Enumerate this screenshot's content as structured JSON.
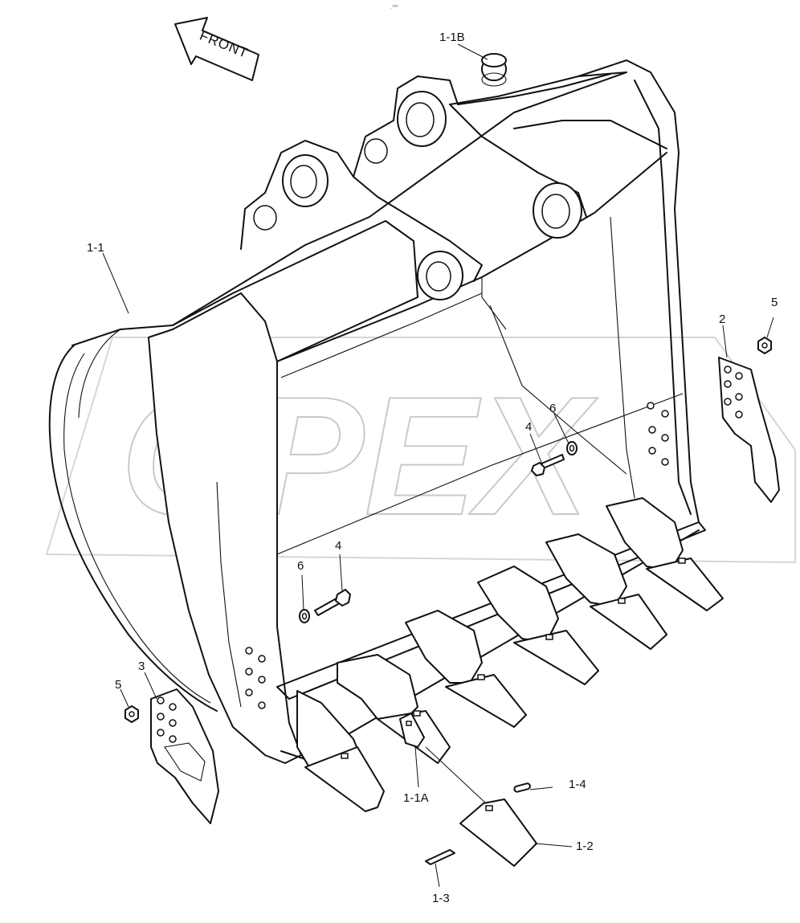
{
  "diagram": {
    "corner_mark": "᷊ ᵒᵒᵒ",
    "direction_arrow": {
      "label": "FRONT"
    },
    "watermark": {
      "text": "OPEX"
    },
    "callouts": [
      {
        "id": "c-1-1",
        "label": "1-1"
      },
      {
        "id": "c-1-1a",
        "label": "1-1A"
      },
      {
        "id": "c-1-1b",
        "label": "1-1B"
      },
      {
        "id": "c-1-2",
        "label": "1-2"
      },
      {
        "id": "c-1-3",
        "label": "1-3"
      },
      {
        "id": "c-1-4",
        "label": "1-4"
      },
      {
        "id": "c-2",
        "label": "2"
      },
      {
        "id": "c-3",
        "label": "3"
      },
      {
        "id": "c-4-upper",
        "label": "4"
      },
      {
        "id": "c-4-lower",
        "label": "4"
      },
      {
        "id": "c-5-right",
        "label": "5"
      },
      {
        "id": "c-5-left",
        "label": "5"
      },
      {
        "id": "c-6-upper",
        "label": "6"
      },
      {
        "id": "c-6-lower",
        "label": "6"
      }
    ]
  }
}
